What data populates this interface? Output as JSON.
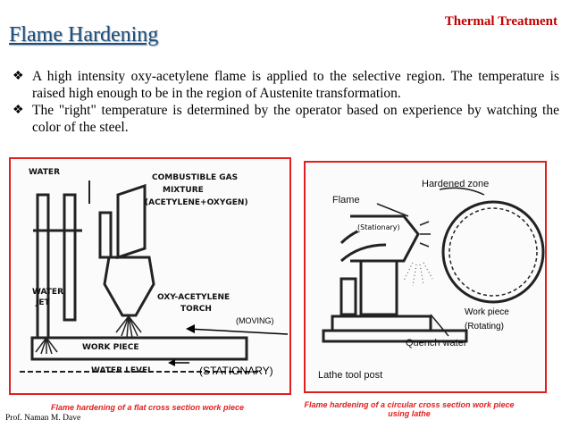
{
  "header": {
    "title": "Flame Hardening",
    "topic": "Thermal Treatment"
  },
  "bullets": [
    "A high intensity oxy-acetylene flame is applied to the selective region. The temperature is raised high enough to be in the region of Austenite transformation.",
    "The \"right\" temperature is determined by the operator based on experience by watching the color of the steel."
  ],
  "left_figure": {
    "sketch_labels": {
      "water": "WATER",
      "gas": "COMBUSTIBLE GAS",
      "mixture": "MIXTURE",
      "acetylene": "(ACETYLENE+OXYGEN)",
      "water_jet_1": "WATER",
      "water_jet_2": "JET",
      "torch_1": "OXY-ACETYLENE",
      "torch_2": "TORCH",
      "work_piece": "WORK PIECE",
      "water_level": "WATER LEVEL"
    },
    "moving": "(MOVING)",
    "stationary": "(STATIONARY)",
    "caption": "Flame hardening of a flat cross section work piece"
  },
  "right_figure": {
    "sketch_labels": {
      "flame": "Flame",
      "hardened_zone": "Hardened zone",
      "quench_water": "Quench water",
      "lathe_tool_post": "Lathe tool post"
    },
    "stationary": "(Stationary)",
    "work_piece": "Work piece",
    "rotating": "(Rotating)",
    "caption": "Flame hardening of a circular cross section work piece using lathe"
  },
  "footer": {
    "author": "Prof. Naman M. Dave"
  }
}
